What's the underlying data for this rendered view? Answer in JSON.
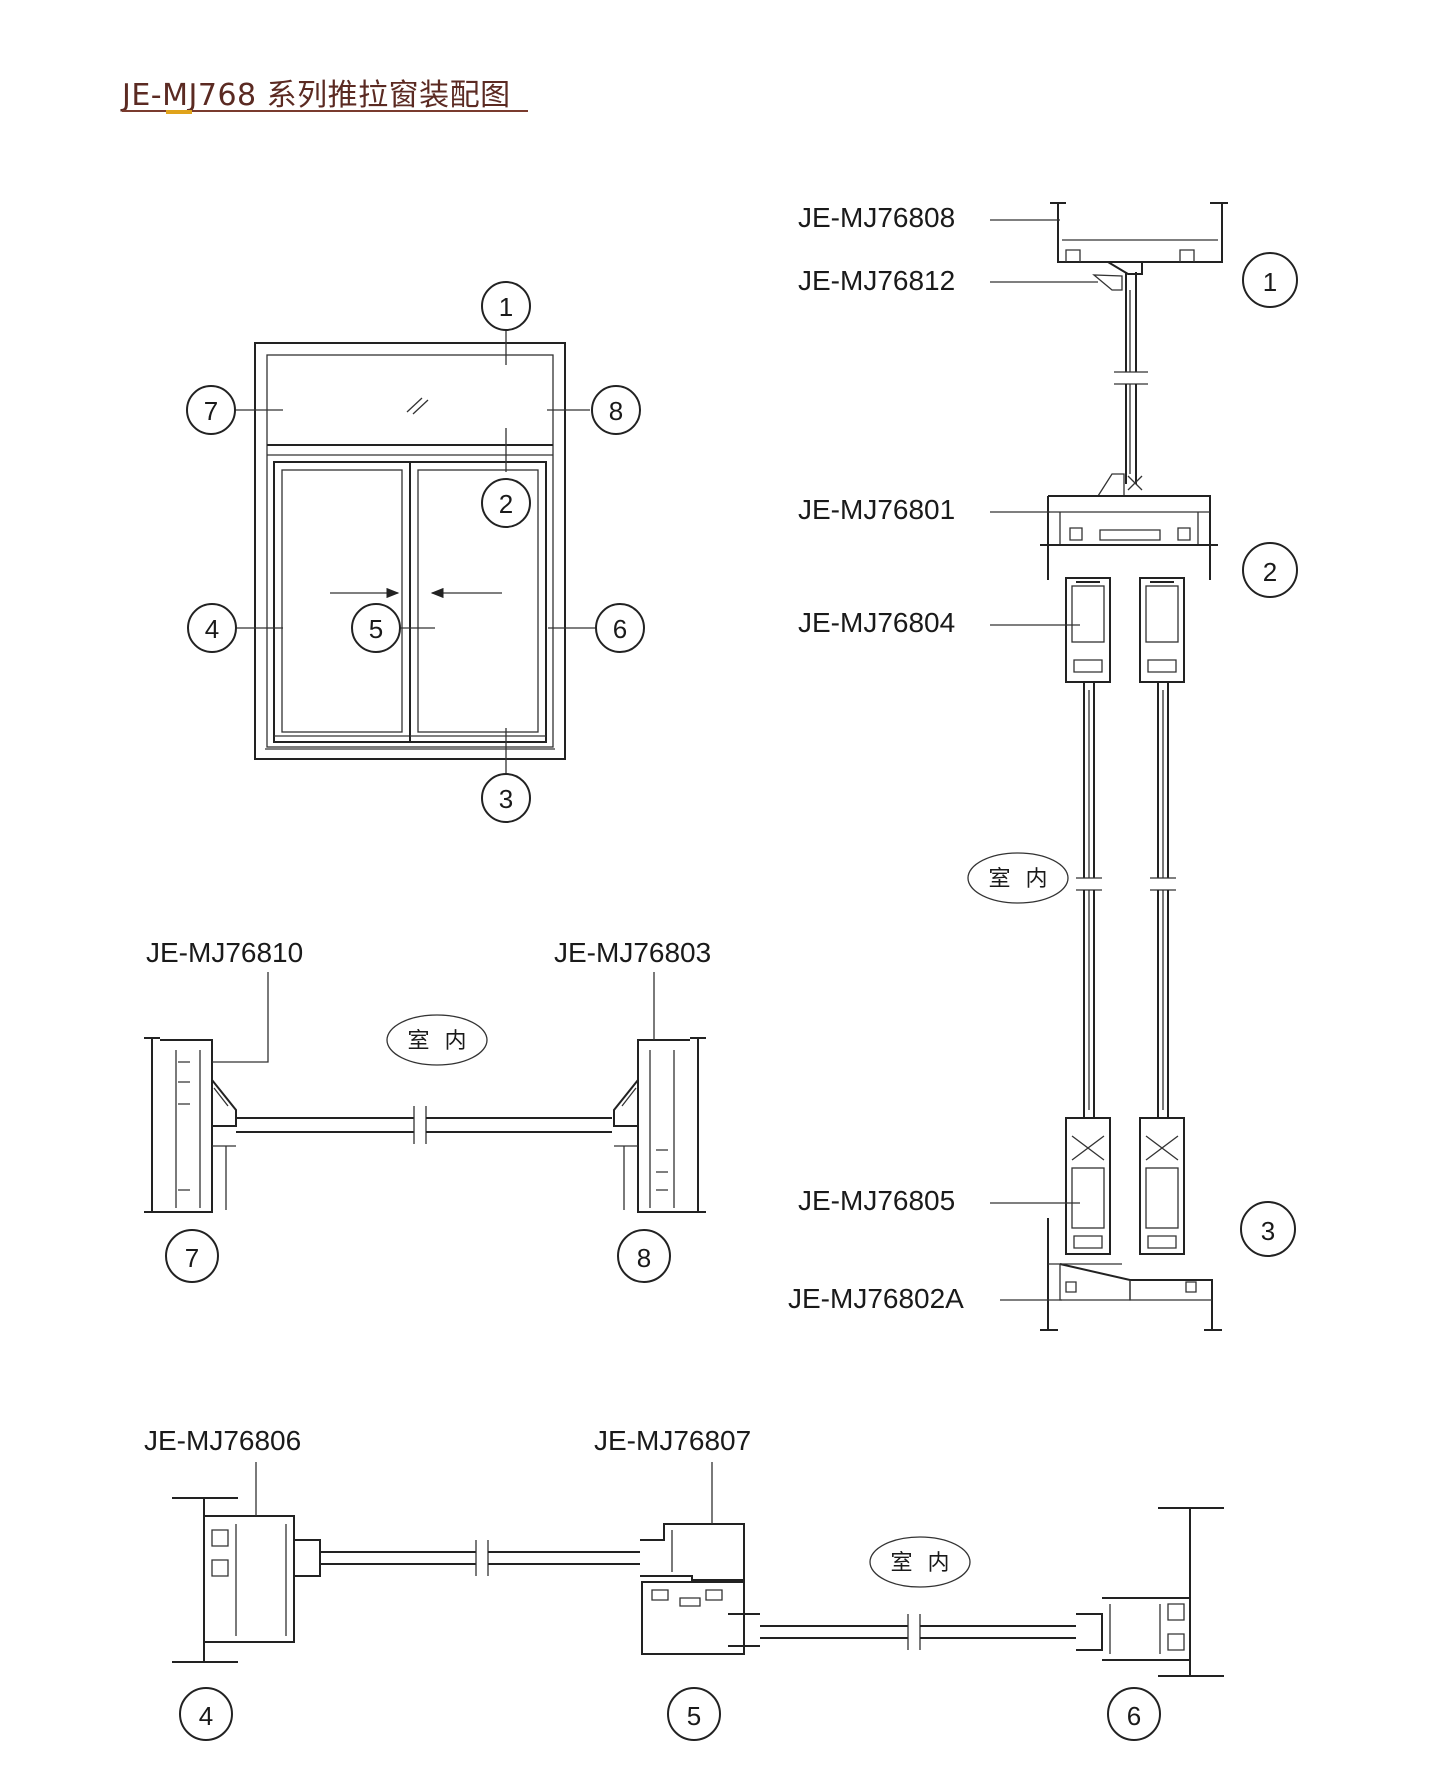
{
  "title": "JE-MJ768 系列推拉窗装配图",
  "colors": {
    "title": "#5b2a22",
    "rule": "#7a3b2e",
    "accent": "#e0a31b",
    "line": "#222222"
  },
  "indoor_label": "室 内",
  "elevation": {
    "callouts": [
      "1",
      "2",
      "3",
      "4",
      "5",
      "6",
      "7",
      "8"
    ],
    "glass_mark": "//"
  },
  "vertical_section": {
    "parts": [
      "JE-MJ76808",
      "JE-MJ76812",
      "JE-MJ76801",
      "JE-MJ76804",
      "JE-MJ76805",
      "JE-MJ76802A"
    ],
    "callouts": [
      "1",
      "2",
      "3"
    ]
  },
  "transom_section": {
    "parts": [
      "JE-MJ76810",
      "JE-MJ76803"
    ],
    "callouts": [
      "7",
      "8"
    ]
  },
  "sash_section": {
    "parts": [
      "JE-MJ76806",
      "JE-MJ76807"
    ],
    "callouts": [
      "4",
      "5",
      "6"
    ]
  }
}
